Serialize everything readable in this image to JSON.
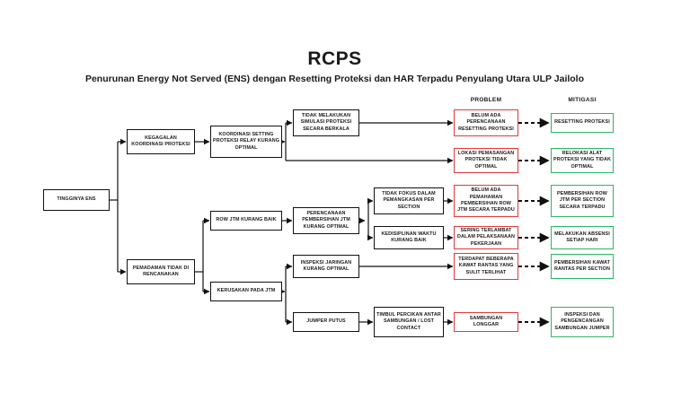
{
  "title": "RCPS",
  "subtitle": "Penurunan Energy Not Served (ENS) dengan Resetting Proteksi dan HAR Terpadu Penyulang Utara ULP Jailolo",
  "column_headers": {
    "problem": "PROBLEM",
    "mitigasi": "MITIGASI"
  },
  "colors": {
    "cause_border": "#111111",
    "problem_border": "#e03a3a",
    "mitigation_border": "#2fb566",
    "connector_line": "#111111"
  },
  "nodes": {
    "tingginya_ens": "TINGGINYA ENS",
    "kegagalan_koordinasi_proteksi": "KEGAGALAN KOORDINASI PROTEKSI",
    "pemadaman_tidak_direncanakan": "PEMADAMAN TIDAK DI RENCANAKAN",
    "koordinasi_setting_proteksi": "KOORDINASI SETTING PROTEKSI RELAY KURANG OPTIMAL",
    "row_jtm_kurang_baik": "ROW JTM KURANG BAIK",
    "kerusakan_pada_jtm": "KERUSAKAN PADA JTM",
    "tidak_melakukan_simulasi": "TIDAK MELAKUKAN SIMULASI PROTEKSI SECARA BERKALA",
    "perencanaan_pembersihan": "PERENCANAAN PEMBERSIHAN JTM KURANG OPTIMAL",
    "inspeksi_jaringan": "INSPEKSI JARINGAN KURANG OPTIMAL",
    "jumper_putus": "JUMPER PUTUS",
    "tidak_fokus_pemangkasan": "TIDAK FOKUS DALAM PEMANGKASAN PER SECTION",
    "kedisiplinan_waktu": "KEDISIPLINAN WAKTU KURANG BAIK",
    "timbul_percikan": "TIMBUL PERCIKAN ANTAR SAMBUNGAN / LOST CONTACT"
  },
  "problems": [
    "BELUM ADA PERENCANAAN RESETTING PROTEKSI",
    "LOKASI PEMASANGAN PROTEKSI TIDAK OPTIMAL",
    "BELUM ADA PEMAHAMAN PEMBERSIHAN ROW JTM SECARA TERPADU",
    "SERING TERLAMBAT DALAM PELAKSANAAN PEKERJAAN",
    "TERDAPAT BEBERAPA KAWAT RANTAS YANG SULIT TERLIHAT",
    "SAMBUNGAN LONGGAR"
  ],
  "mitigations": [
    "RESETTING PROTEKSI",
    "RELOKASI ALAT PROTEKSI YANG TIDAK OPTIMAL",
    "PEMBERSIHAN ROW JTM PER SECTION SECARA TERPADU",
    "MELAKUKAN ABSENSI SETIAP HARI",
    "PEMBERSIHAN KAWAT RANTAS PER SECTION",
    "INSPEKSI DAN PENGENCANGAN SAMBUNGAN JUMPER"
  ]
}
